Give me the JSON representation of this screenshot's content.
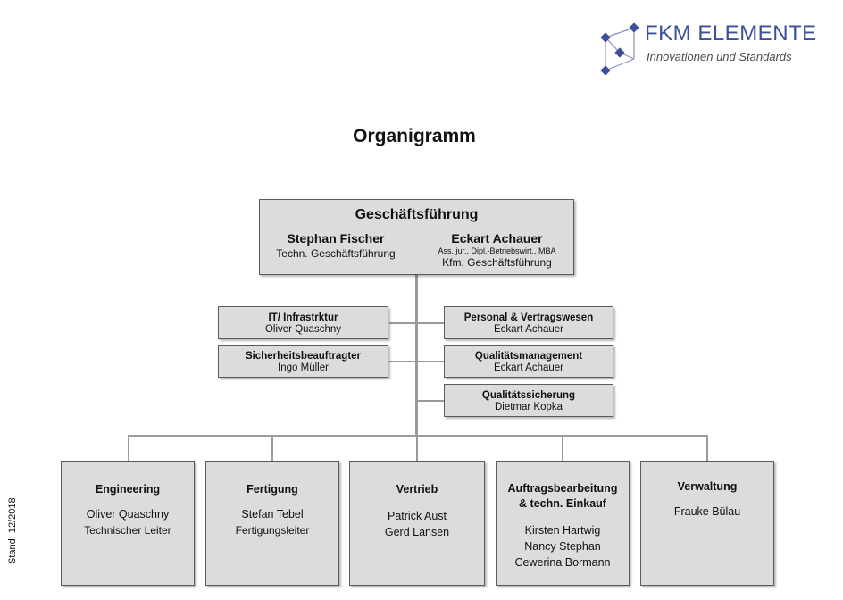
{
  "logo": {
    "title": "FKM ELEMENTE",
    "subtitle": "Innovationen und Standards",
    "accent_color": "#3e4f9a"
  },
  "page_title": "Organigramm",
  "management": {
    "title": "Geschäftsführung",
    "persons": [
      {
        "name": "Stephan Fischer",
        "details": "",
        "role": "Techn. Geschäftsführung"
      },
      {
        "name": "Eckart Achauer",
        "details": "Ass. jur., Dipl.-Betriebswirt., MBA",
        "role": "Kfm. Geschäftsführung"
      }
    ]
  },
  "staff_left": [
    {
      "title": "IT/ Infrastrktur",
      "person": "Oliver Quaschny"
    },
    {
      "title": "Sicherheitsbeauftragter",
      "person": "Ingo Müller"
    }
  ],
  "staff_right": [
    {
      "title": "Personal & Vertragswesen",
      "person": "Eckart Achauer"
    },
    {
      "title": "Qualitätsmanagement",
      "person": "Eckart Achauer"
    },
    {
      "title": "Qualitätssicherung",
      "person": "Dietmar Kopka"
    }
  ],
  "departments": [
    {
      "title_lines": [
        "Engineering"
      ],
      "people": [
        "Oliver Quaschny",
        "Technischer Leiter"
      ]
    },
    {
      "title_lines": [
        "Fertigung"
      ],
      "people": [
        "Stefan Tebel",
        "Fertigungsleiter"
      ]
    },
    {
      "title_lines": [
        "Vertrieb"
      ],
      "people": [
        "Patrick Aust",
        "Gerd Lansen"
      ]
    },
    {
      "title_lines": [
        "Auftragsbearbeitung",
        "& techn. Einkauf"
      ],
      "people": [
        "Kirsten Hartwig",
        "Nancy Stephan",
        "Cewerina Bormann"
      ]
    },
    {
      "title_lines": [
        "Verwaltung"
      ],
      "people": [
        "Frauke Bülau"
      ]
    }
  ],
  "stand": "Stand: 12/2018"
}
